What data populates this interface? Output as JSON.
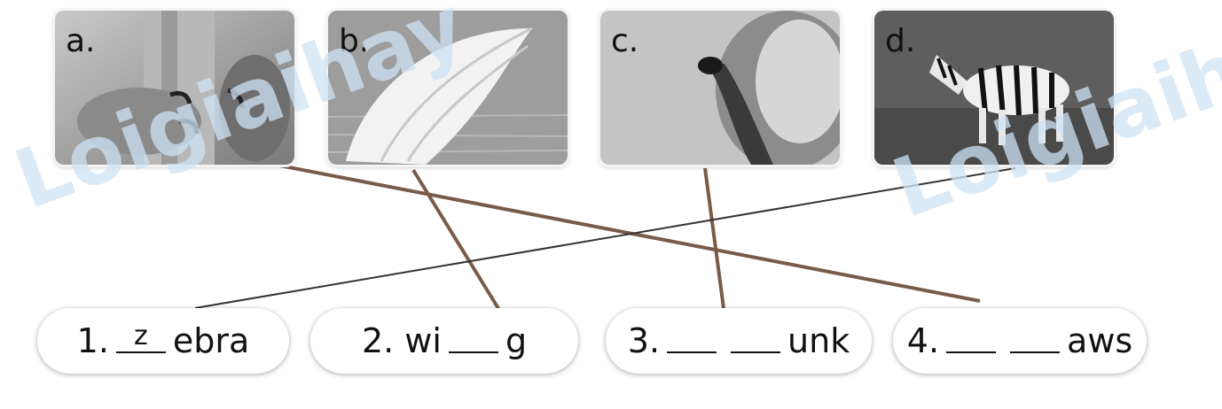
{
  "pictures": [
    {
      "letter": "a.",
      "subject": "claws gripping branch"
    },
    {
      "letter": "b.",
      "subject": "wing"
    },
    {
      "letter": "c.",
      "subject": "elephant trunk"
    },
    {
      "letter": "d.",
      "subject": "zebra"
    }
  ],
  "words": [
    {
      "number": "1.",
      "prefix": "",
      "blanks": [
        "z"
      ],
      "suffix": "ebra"
    },
    {
      "number": "2.",
      "prefix": "wi",
      "blanks": [
        ""
      ],
      "suffix": "g"
    },
    {
      "number": "3.",
      "prefix": "",
      "blanks": [
        "",
        ""
      ],
      "suffix": "unk"
    },
    {
      "number": "4.",
      "prefix": "",
      "blanks": [
        "",
        ""
      ],
      "suffix": "aws"
    }
  ],
  "watermark": "Loigiaihay",
  "colors": {
    "line_brown": "#7a5a48",
    "line_dark": "#333333",
    "watermark": "#cfe3f5"
  }
}
